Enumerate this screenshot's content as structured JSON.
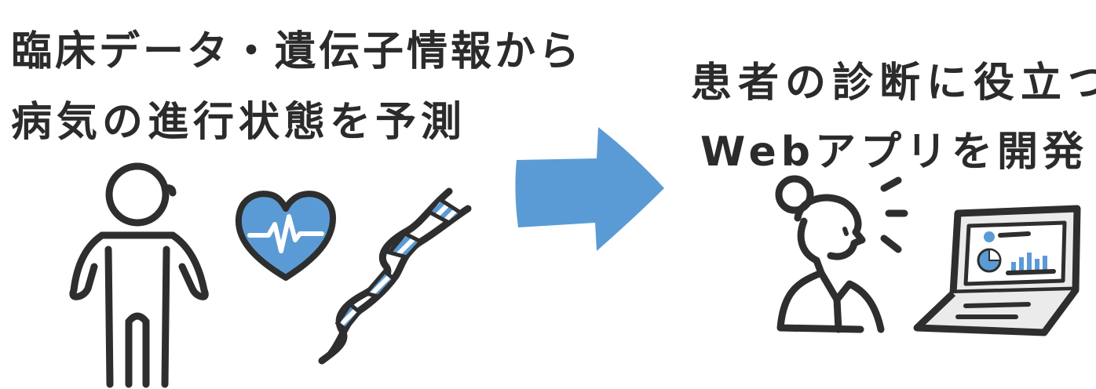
{
  "left_caption": {
    "line1": "臨床データ・遺伝子情報から",
    "line2": "病気の進行状態を予測"
  },
  "right_caption": {
    "line1": "患者の診断に役立つ",
    "line2": "Webアプリを開発"
  },
  "colors": {
    "accent_blue": "#5b9bd5",
    "ink": "#2e2e2e",
    "background": "#ffffff"
  },
  "icons": [
    "person-icon",
    "heart-pulse-icon",
    "dna-icon",
    "arrow-right-icon",
    "doctor-icon",
    "laptop-dashboard-icon"
  ]
}
